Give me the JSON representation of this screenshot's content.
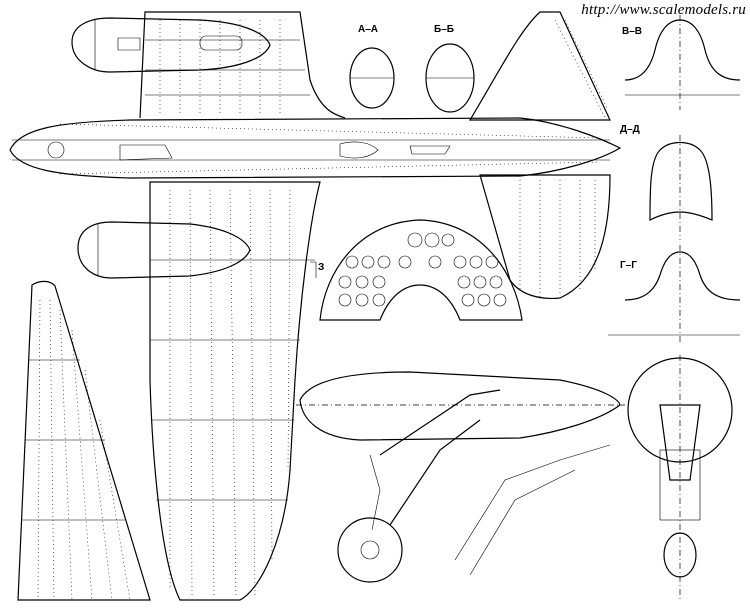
{
  "watermark": "http://www.scalemodels.ru",
  "sections": {
    "a": "А–А",
    "b": "Б–Б",
    "v": "В–В",
    "d": "Д–Д",
    "g": "Г–Г"
  },
  "view_marker": "З"
}
